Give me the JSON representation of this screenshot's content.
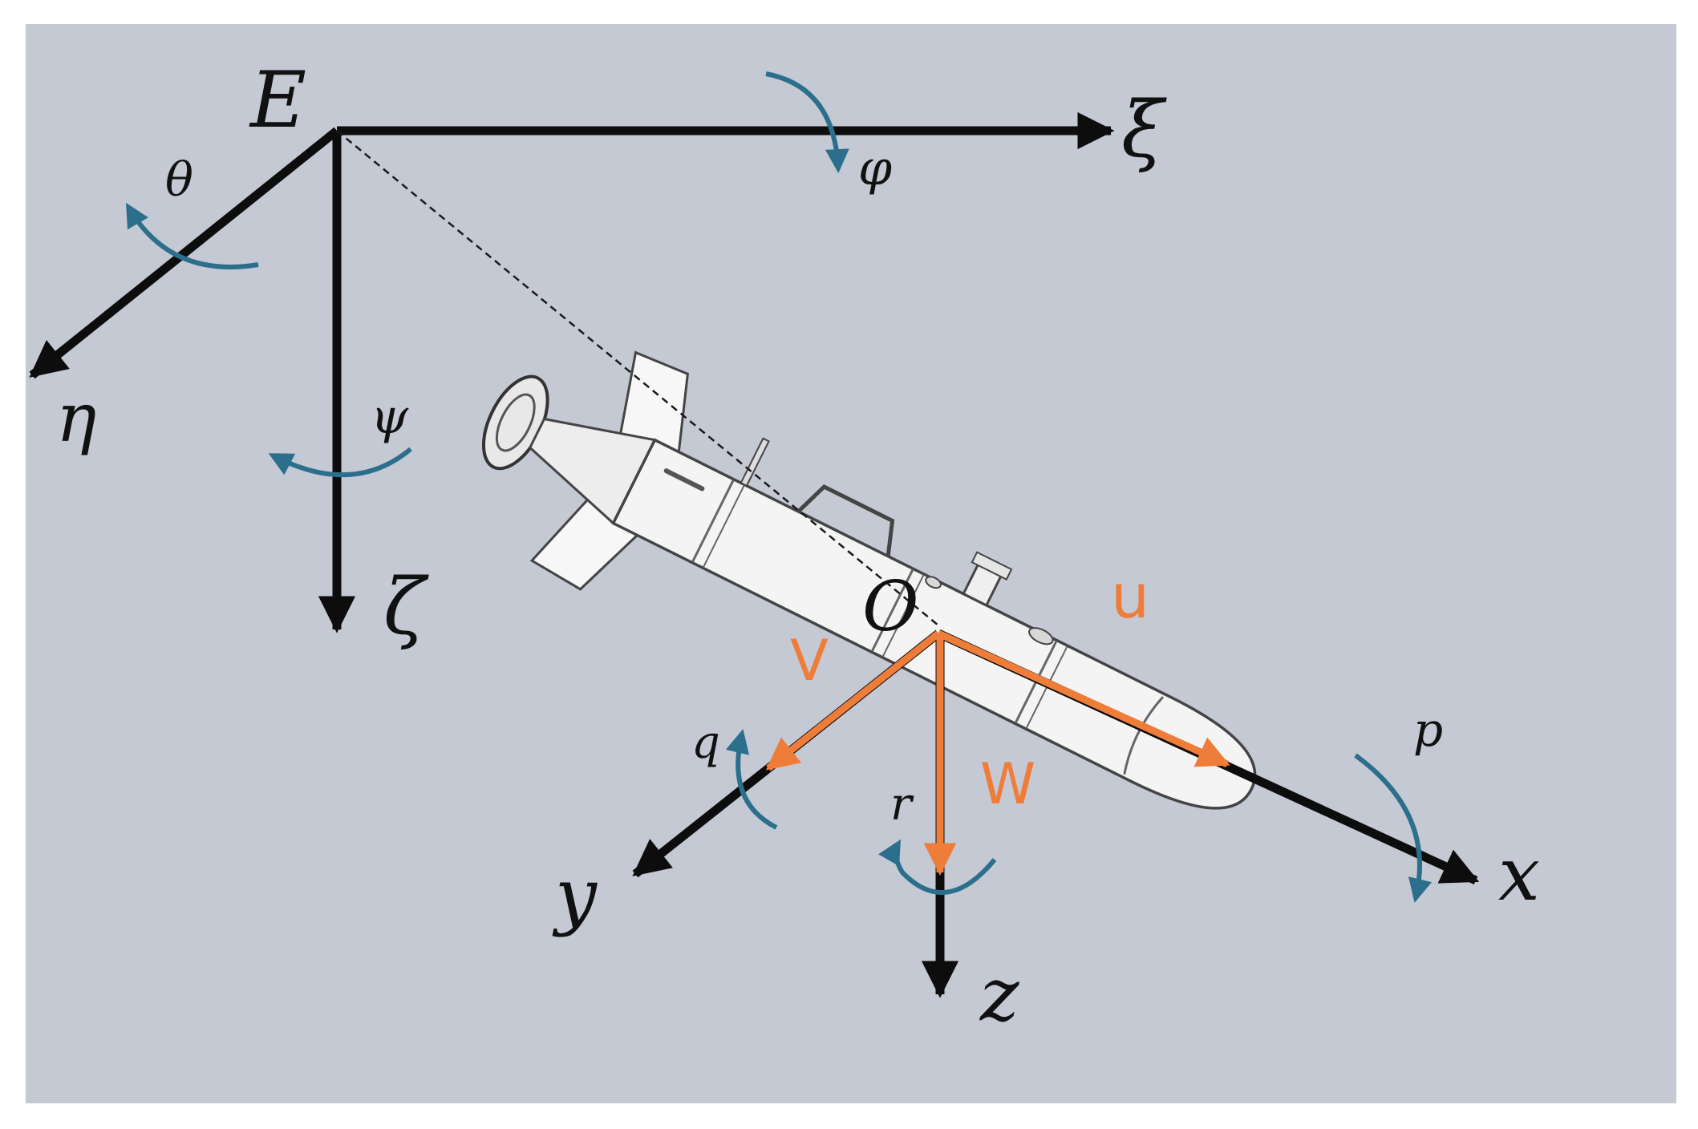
{
  "colors": {
    "background": "#c5c9d4",
    "axis": "#0d0d0d",
    "velocity": "#ee7d3a",
    "rotation": "#2b6f8c",
    "hull": "#f4f4f4",
    "hull_line": "#444444"
  },
  "earth_frame": {
    "origin": "E",
    "xi": "ξ",
    "eta": "η",
    "zeta": "ζ",
    "phi": "φ",
    "theta": "θ",
    "psi": "ψ"
  },
  "body_frame": {
    "origin": "O",
    "x": "x",
    "y": "y",
    "z": "z",
    "p": "p",
    "q": "q",
    "r": "r"
  },
  "velocities": {
    "u": "u",
    "v": "V",
    "w": "W"
  }
}
